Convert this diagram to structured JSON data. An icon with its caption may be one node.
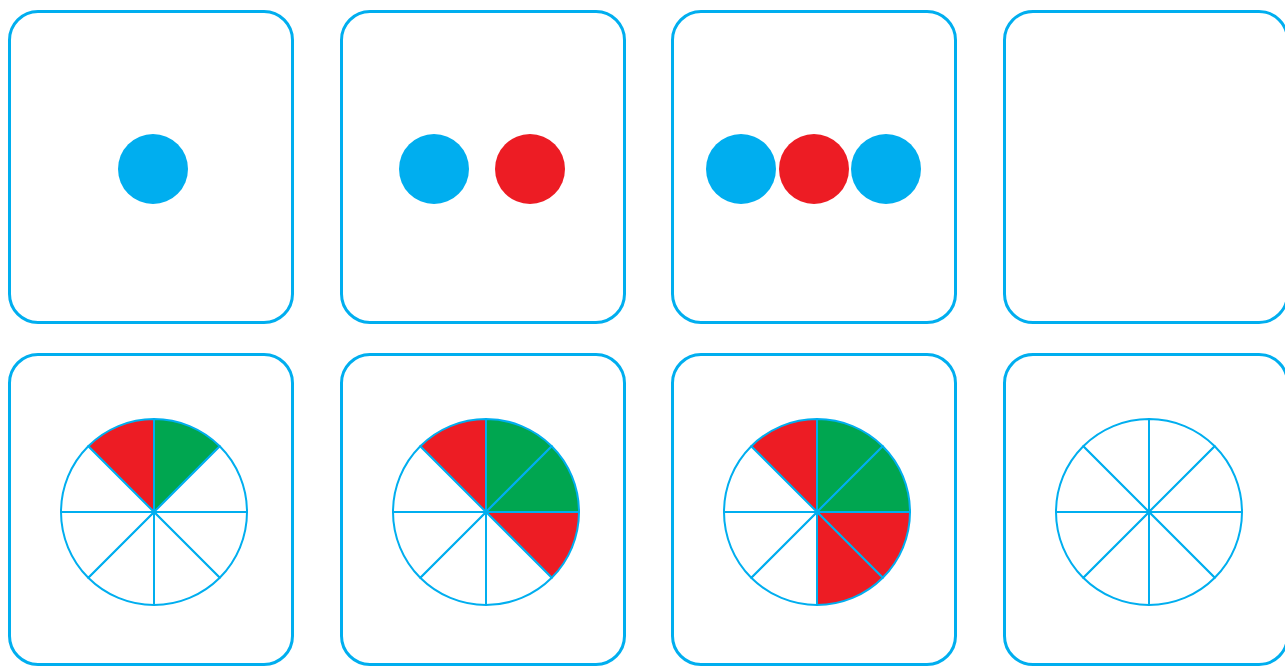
{
  "diagram": {
    "nodes": [
      {
        "text": [],
        "shape": "box"
      },
      {
        "text": [],
        "shape": "circle",
        "in": 0
      },
      {
        "text": [],
        "shape": "box"
      },
      {
        "text": [],
        "shape": "circle",
        "in": 2
      },
      {
        "text": [],
        "shape": "circle",
        "in": 2
      },
      {
        "text": [],
        "shape": "box"
      },
      {
        "text": [],
        "shape": "circle",
        "in": 5
      },
      {
        "text": [],
        "shape": "circle",
        "in": 5
      },
      {
        "text": [],
        "shape": "circle",
        "in": 5
      },
      {
        "text": [],
        "shape": "box"
      },
      {
        "text": [],
        "shape": "box"
      },
      {
        "text": [],
        "shape": "circle",
        "in": 10
      },
      {
        "text": [],
        "shape": "box"
      },
      {
        "text": [],
        "shape": "circle",
        "in": 12
      },
      {
        "text": [],
        "shape": "box"
      },
      {
        "text": [],
        "shape": "circle",
        "in": 14
      },
      {
        "text": [],
        "shape": "box"
      },
      {
        "text": [],
        "shape": "circle",
        "in": 16
      }
    ],
    "edges": []
  }
}
